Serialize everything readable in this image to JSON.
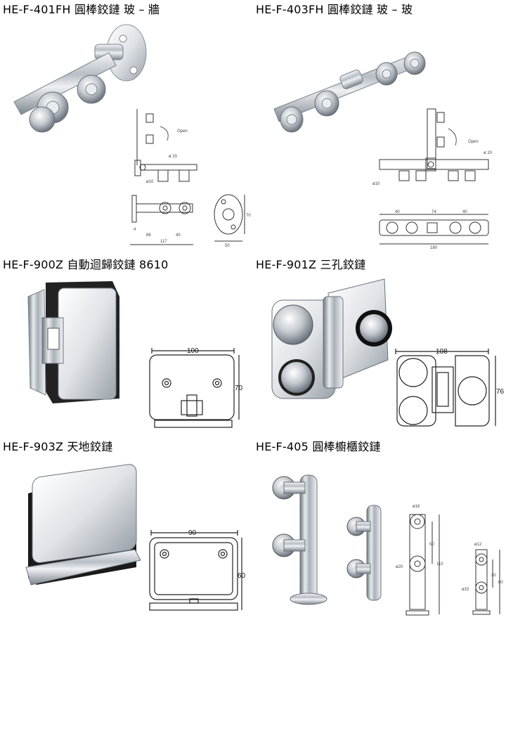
{
  "products": [
    {
      "title": "HE-F-401FH 圓棒鉸鏈 玻 – 牆",
      "labels": {
        "open": "Open",
        "d20": "ø 20",
        "d10": "ø10",
        "w117": "117",
        "w66": "66",
        "w40": "40",
        "w4": "4",
        "h70": "70",
        "w50": "50"
      }
    },
    {
      "title": "HE-F-403FH 圓棒鉸鏈 玻 – 玻",
      "labels": {
        "open": "Open",
        "d20": "ø 20",
        "d10": "ø10",
        "w40a": "40",
        "w74": "74",
        "w40b": "40",
        "w180": "180"
      }
    },
    {
      "title": "HE-F-900Z 自動迴歸鉸鏈 8610",
      "labels": {
        "w": "100",
        "h": "70"
      }
    },
    {
      "title": "HE-F-901Z 三孔鉸鏈",
      "labels": {
        "w": "108",
        "h": "76"
      }
    },
    {
      "title": "HE-F-903Z 天地鉸鏈",
      "labels": {
        "w": "90",
        "h": "60"
      }
    },
    {
      "title": "HE-F-405 圓棒櫥櫃鉸鏈",
      "labels": {
        "d16": "ø16",
        "d20": "ø20",
        "h50": "50",
        "h110": "110",
        "d12": "ø12",
        "d15": "ø15",
        "h30": "30",
        "h60": "60"
      }
    }
  ]
}
